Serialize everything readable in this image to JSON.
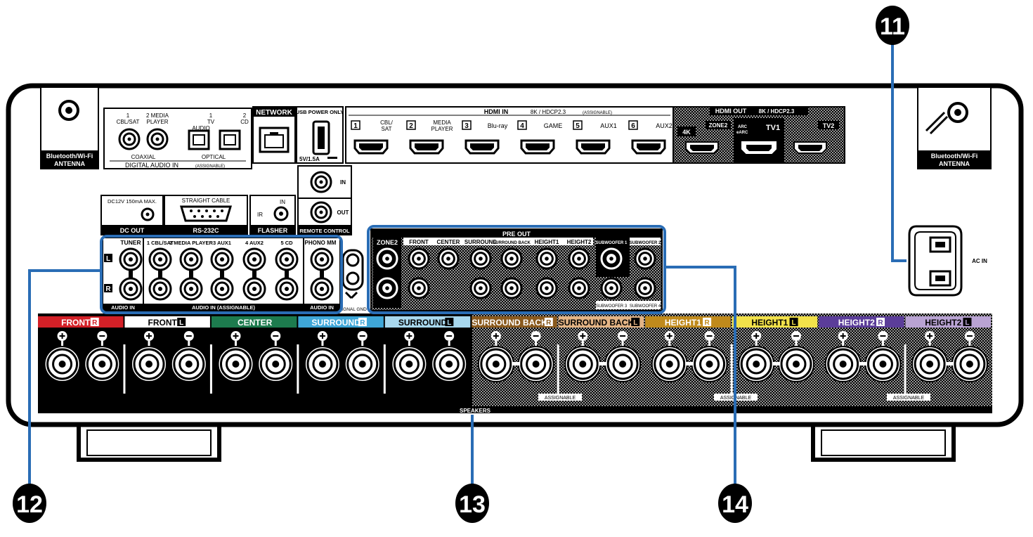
{
  "callouts": {
    "c11": "11",
    "c12": "12",
    "c13": "13",
    "c14": "14"
  },
  "antenna": {
    "left": [
      "Bluetooth/Wi-Fi",
      "ANTENNA"
    ],
    "right": [
      "Bluetooth/Wi-Fi",
      "ANTENNA"
    ]
  },
  "digital_audio": {
    "l1a": "1",
    "l1b": "CBL/SAT",
    "l2a": "2 MEDIA",
    "l2b": "PLAYER",
    "l3a": "1",
    "l3b": "TV",
    "l3c": "AUDIO",
    "l4a": "2",
    "l4b": "CD",
    "coaxial": "COAXIAL",
    "optical": "OPTICAL",
    "title": "DIGITAL AUDIO IN",
    "assignable": "(ASSIGNABLE)"
  },
  "network": "NETWORK",
  "usb": {
    "title": "USB POWER ONLY",
    "rating": "5V/1.5A"
  },
  "hdmi_in": {
    "title": "HDMI IN",
    "spec": "8K / HDCP2.3",
    "assignable": "(ASSIGNABLE)",
    "inputs": [
      {
        "num": "1",
        "l1": "CBL/",
        "l2": "SAT"
      },
      {
        "num": "2",
        "l1": "MEDIA",
        "l2": "PLAYER"
      },
      {
        "num": "3",
        "l1": "Blu-ray",
        "l2": ""
      },
      {
        "num": "4",
        "l1": "GAME",
        "l2": ""
      },
      {
        "num": "5",
        "l1": "AUX1",
        "l2": ""
      },
      {
        "num": "6",
        "l1": "AUX2",
        "l2": ""
      }
    ]
  },
  "hdmi_out": {
    "title": "HDMI OUT",
    "spec": "8K / HDCP2.3",
    "k4": "4K",
    "zone2": "ZONE2",
    "arc": "ARC",
    "earc": "eARC",
    "tv1": "TV1",
    "tv2": "TV2"
  },
  "dc_out": {
    "rating": "DC12V 150mA MAX.",
    "label": "DC OUT"
  },
  "rs232c": {
    "top": "STRAIGHT CABLE",
    "label": "RS-232C"
  },
  "flasher": {
    "in": "IN",
    "ir": "IR",
    "label": "FLASHER"
  },
  "remote": {
    "in": "IN",
    "out": "OUT",
    "label": "REMOTE CONTROL"
  },
  "audio_in": {
    "tuner": "TUNER",
    "inputs": [
      "1 CBL/SAT",
      "2 MEDIA PLAYER",
      "3 AUX1",
      "4 AUX2",
      "5 CD"
    ],
    "phono": "PHONO MM",
    "left_marker": "L",
    "right_marker": "R",
    "label_tuner": "AUDIO IN",
    "label_assignable": "AUDIO IN (ASSIGNABLE)",
    "label_phono": "AUDIO IN",
    "signal_gnd": "SIGNAL GND"
  },
  "pre_out": {
    "title": "PRE OUT",
    "zone2": "ZONE2",
    "channels": [
      "FRONT",
      "CENTER",
      "SURROUND",
      "SURROUND BACK",
      "HEIGHT1",
      "HEIGHT2",
      "SUBWOOFER 1",
      "SUBWOOFER 2"
    ],
    "bottom_sub": [
      "SUBWOOFER 3",
      "SUBWOOFER 4"
    ]
  },
  "speakers": {
    "label": "SPEAKERS",
    "assignable": "ASSIGNABLE",
    "channels": [
      {
        "name": "FRONT",
        "side": "R",
        "color": "#d32027",
        "text": "#ffffff"
      },
      {
        "name": "FRONT",
        "side": "L",
        "color": "#ffffff",
        "text": "#000000"
      },
      {
        "name": "CENTER",
        "side": "",
        "color": "#1d7b4e",
        "text": "#ffffff"
      },
      {
        "name": "SURROUND",
        "side": "R",
        "color": "#3fa7d8",
        "text": "#ffffff"
      },
      {
        "name": "SURROUND",
        "side": "L",
        "color": "#a8d8ee",
        "text": "#000000"
      },
      {
        "name": "SURROUND BACK",
        "side": "R",
        "color": "#8a5a1e",
        "text": "#ffffff"
      },
      {
        "name": "SURROUND BACK",
        "side": "L",
        "color": "#e3b485",
        "text": "#000000"
      },
      {
        "name": "HEIGHT1",
        "side": "R",
        "color": "#c08a1c",
        "text": "#ffffff"
      },
      {
        "name": "HEIGHT1",
        "side": "L",
        "color": "#f2e14a",
        "text": "#000000"
      },
      {
        "name": "HEIGHT2",
        "side": "R",
        "color": "#5b3d99",
        "text": "#ffffff"
      },
      {
        "name": "HEIGHT2",
        "side": "L",
        "color": "#b9a3d3",
        "text": "#000000"
      }
    ]
  },
  "ac_in": "AC IN",
  "colors": {
    "callout_line": "#2a6db5",
    "panel_black": "#000000"
  }
}
